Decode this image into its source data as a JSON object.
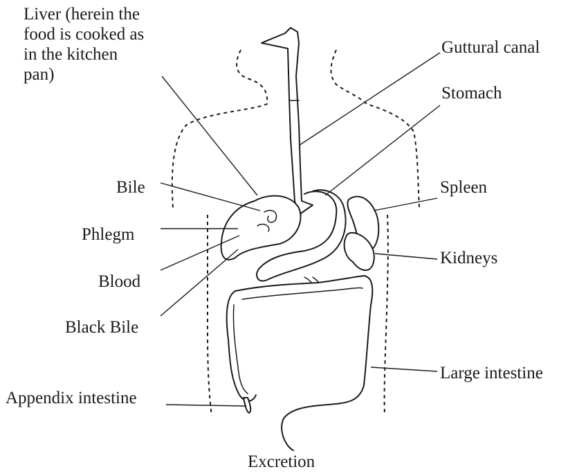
{
  "labels": {
    "liver": "Liver (herein the\nfood is cooked as\nin the kitchen\npan)",
    "guttural_canal": "Guttural canal",
    "stomach": "Stomach",
    "bile": "Bile",
    "spleen": "Spleen",
    "phlegm": "Phlegm",
    "kidneys": "Kidneys",
    "blood": "Blood",
    "black_bile": "Black Bile",
    "large_intestine": "Large intestine",
    "appendix_intestine": "Appendix intestine",
    "excretion": "Excretion"
  }
}
